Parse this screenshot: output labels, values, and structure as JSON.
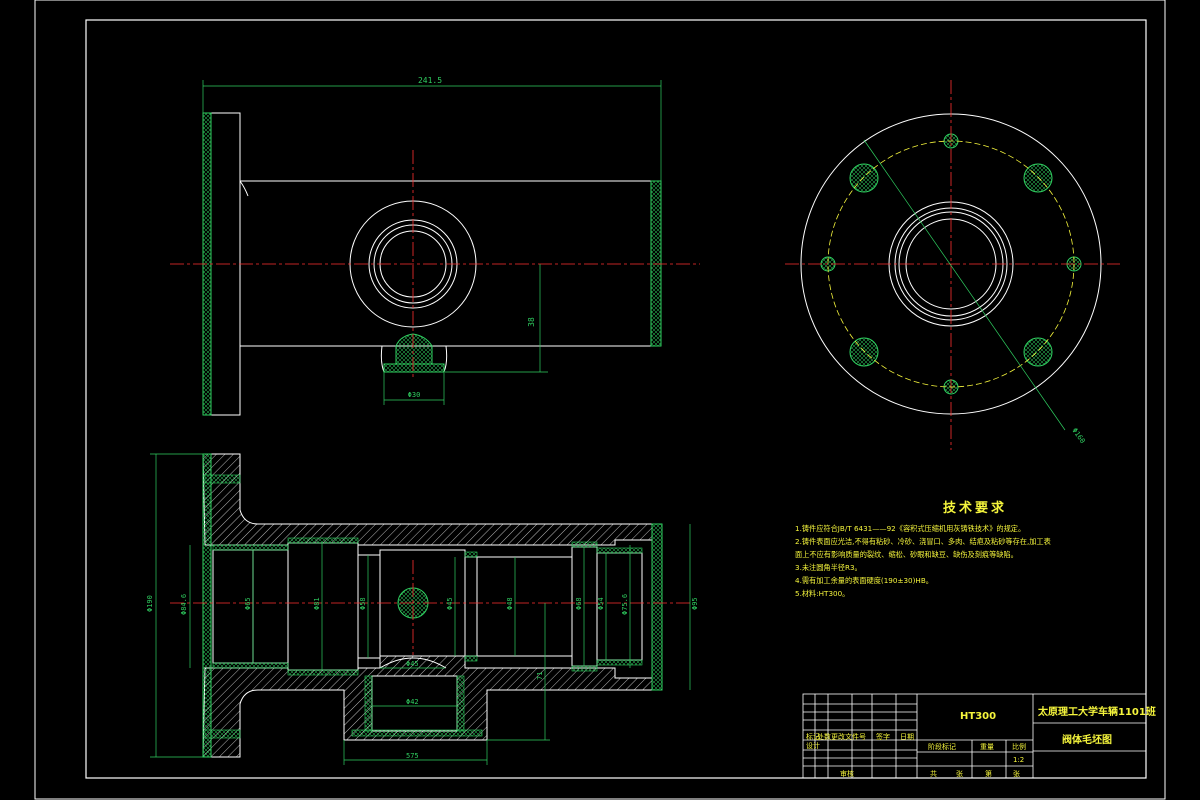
{
  "technical_requirements": {
    "title": "技术要求",
    "lines": [
      "1.铸件应符合JB/T 6431——92《容积式压缩机用灰铸铁技术》的规定。",
      "2.铸件表面应光洁,不得有粘砂、冷砂、浇冒口、多肉、结疤及粘砂等存在,加工表",
      "面上不应有影响质量的裂纹、缩松、砂眼和缺豆、缺伤及刻痕等缺陷。",
      "3.未注圆角半径R3。",
      "4.需有加工余量的表面硬度(190±30)HB。",
      "5.材料:HT300。"
    ]
  },
  "title_block": {
    "material": "HT300",
    "school": "太原理工大学车辆1101班",
    "drawing_name": "阀体毛坯图",
    "labels": {
      "mark": "标记",
      "count": "处数",
      "doc_no": "更改文件号",
      "sign": "签字",
      "date": "日期",
      "designer": "设计",
      "stage_mark": "阶段标记",
      "weight": "重量",
      "scale_label": "比例",
      "scale": "1:2",
      "reviewer": "审核",
      "total": "共",
      "sheet": "张",
      "no": "第",
      "sheet2": "张"
    }
  },
  "dimensions": {
    "top_width": "241.5",
    "boss_height": "38",
    "boss_width": "Φ30",
    "flange_dia": "Φ190",
    "bore_left": "Φ84.6",
    "bore_1": "Φ65",
    "bore_2": "Φ81",
    "bore_3": "Φ58",
    "bore_4": "Φ45",
    "bore_5": "Φ48",
    "bore_6": "Φ68",
    "bore_7": "Φ54",
    "bore_right": "Φ75.6",
    "right_dia": "Φ95",
    "branch_dia": "Φ42",
    "branch_outer": "Φ45",
    "bottom_width": "575",
    "branch_height": "71",
    "pcd": "Φ160"
  }
}
